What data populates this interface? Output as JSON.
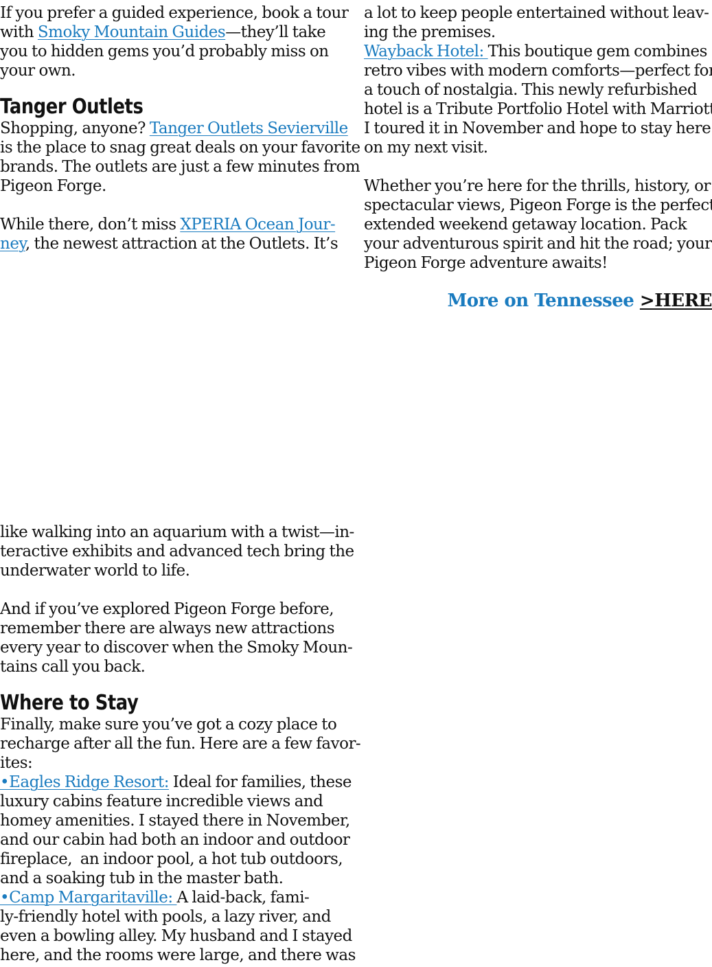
{
  "left_top": {
    "guided_line1": "If you prefer a guided experience, book a tour",
    "guided_line2_pre": "with ",
    "guided_link": "Smoky Mountain Guides",
    "guided_line2_post": "—they’ll take",
    "guided_line3": "you to hidden gems you’d probably miss on",
    "guided_line4": "your own.",
    "tanger_heading": "Tanger Outlets",
    "tanger_line1_pre": "Shopping, anyone? ",
    "tanger_link": "Tanger Outlets Sevierville",
    "tanger_line2": "is the place to snag great deals on your favorite",
    "tanger_line3": "brands. The outlets are just a few minutes from",
    "tanger_line4": "Pigeon Forge.",
    "xperia_line1_pre": "While there, don’t miss ",
    "xperia_link_a": "XPERIA Ocean Jour-",
    "xperia_link_b": "ney",
    "xperia_line2_post": ", the newest attraction at the Outlets. It’s"
  },
  "left_bottom": {
    "xperia_cont1": "like walking into an aquarium with a twist—in-",
    "xperia_cont2": "teractive exhibits and advanced tech bring the",
    "xperia_cont3": "underwater world to life.",
    "explored1": "And if you’ve explored Pigeon Forge before,",
    "explored2": "remember there are always new attractions",
    "explored3": "every year to discover when the Smoky Moun-",
    "explored4": "tains call you back.",
    "stay_heading": "Where to Stay",
    "stay1": "Finally, make sure you’ve got a cozy place to",
    "stay2": "recharge after all the fun. Here are a few favor-",
    "stay3": "ites:",
    "eagles_link": "•Eagles Ridge Resort:",
    "eagles1_post": " Ideal for families, these",
    "eagles2": "luxury cabins feature incredible views and",
    "eagles3": "homey amenities. I stayed there in November,",
    "eagles4": "and our cabin had both an indoor and outdoor",
    "eagles5": "fireplace,  an indoor pool, a hot tub outdoors,",
    "eagles6": "and a soaking tub in the master bath.",
    "marg_link": "•Camp Margaritaville: ",
    "marg1_post": "A laid-back, fami-",
    "marg2": "ly-friendly hotel with pools, a lazy river, and",
    "marg3": "even a bowling alley. My husband and I stayed",
    "marg4": "here, and the rooms were large, and there was"
  },
  "right": {
    "cont1": "a lot to keep people entertained without leav-",
    "cont2": "ing the premises.",
    "wayback_link": "Wayback Hotel: ",
    "wayback1_post": "This boutique gem combines",
    "wayback2": "retro vibes with modern comforts—perfect for",
    "wayback3": "a touch of nostalgia. This newly refurbished",
    "wayback4": "hotel is a Tribute Portfolio Hotel with Marriott.",
    "wayback5": "I toured it in November and hope to stay here",
    "wayback6": "on my next visit.",
    "closing1": "Whether you’re here for the thrills, history, or",
    "closing2": "spectacular views, Pigeon Forge is the perfect",
    "closing3": "extended weekend getaway location. Pack",
    "closing4": "your adventurous spirit and hit the road; your",
    "closing5": "Pigeon Forge adventure awaits!",
    "more_text": "More on Tennessee ",
    "more_link": ">HERE"
  },
  "colors": {
    "link": "#1a7bbf",
    "text": "#111111",
    "background": "#ffffff"
  }
}
